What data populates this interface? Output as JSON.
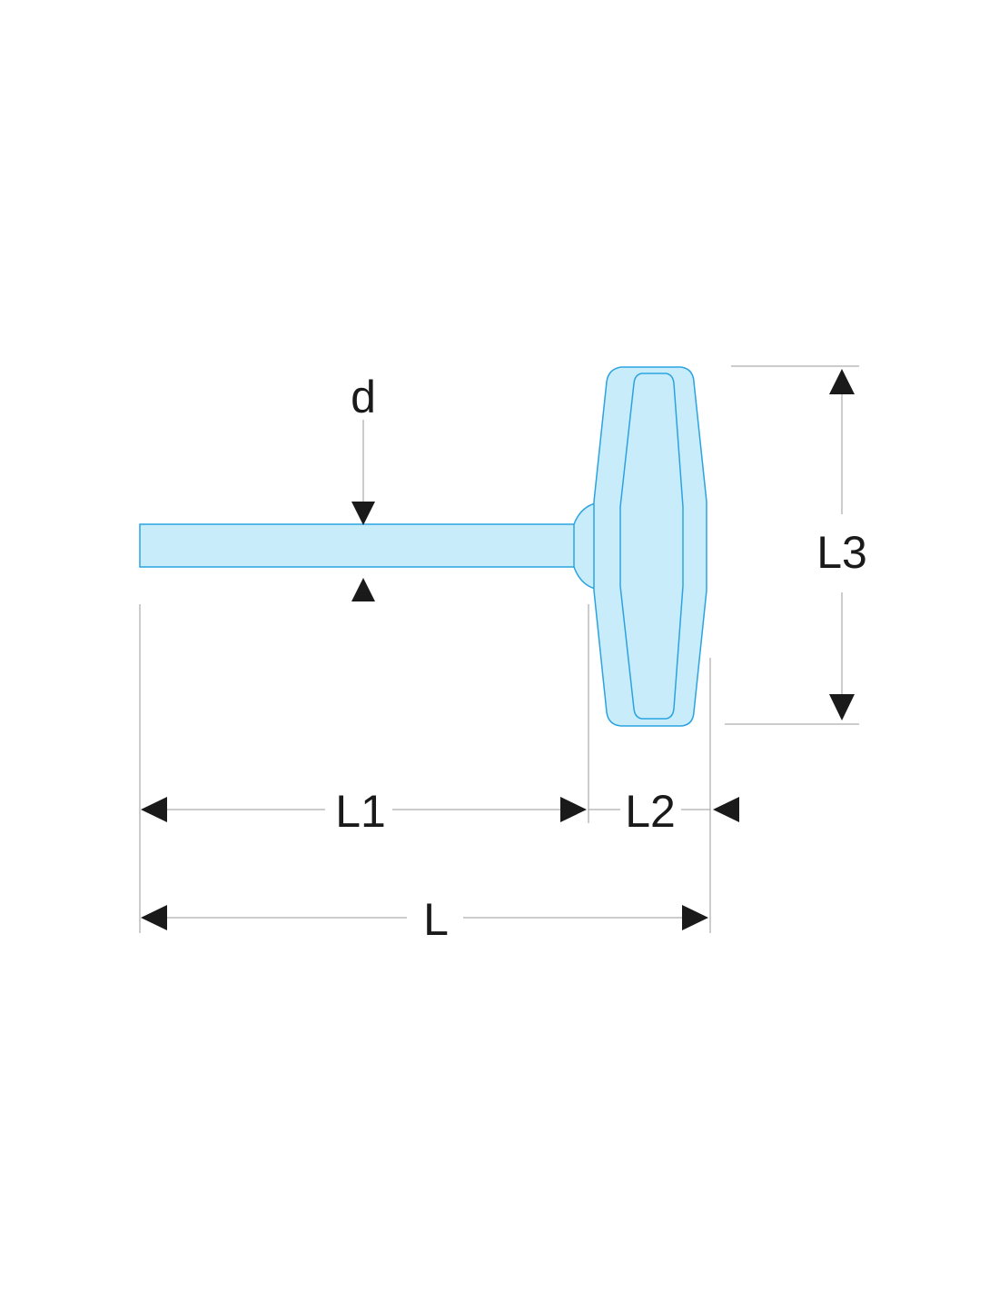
{
  "colors": {
    "tool_fill": "#c9ecfb",
    "tool_outline": "#2aa3e0",
    "dimension_line": "#9a9a9a",
    "arrow": "#1a1a1a",
    "label": "#1a1a1a",
    "background": "#ffffff"
  },
  "labels": {
    "d": "d",
    "L1": "L1",
    "L2": "L2",
    "L3": "L3",
    "L": "L"
  }
}
